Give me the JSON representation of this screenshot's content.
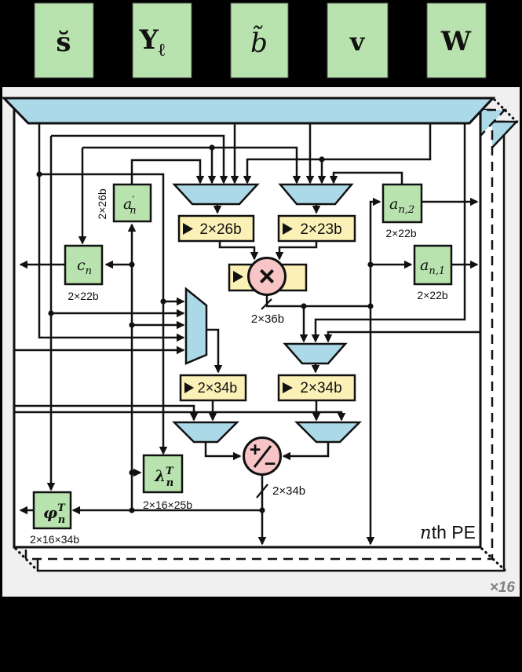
{
  "top_inputs": [
    {
      "label": "s̆",
      "sub": ""
    },
    {
      "label": "Y",
      "sub": "ℓ"
    },
    {
      "label": "b̃",
      "sub": ""
    },
    {
      "label": "v",
      "sub": ""
    },
    {
      "label": "W",
      "sub": ""
    }
  ],
  "pe": {
    "corner_label": {
      "n": "n",
      "rest": "th PE"
    },
    "stack_label": "×16",
    "registers": {
      "in_left": "2×26b",
      "in_right": "2×23b",
      "acc_left": "2×34b",
      "acc_right": "2×34b"
    },
    "multiplier": {
      "symbol": "×"
    },
    "addsub": {
      "plus": "+",
      "minus": "−"
    },
    "wire_widths": {
      "mult_out": "2×36b",
      "addsub_out": "2×34b"
    },
    "blocks": {
      "a_prime": {
        "base": "a",
        "prime": "′",
        "sub": "n",
        "width": "2×26b"
      },
      "c_n": {
        "base": "c",
        "sub": "n",
        "width": "2×22b"
      },
      "a_n2": {
        "base": "a",
        "sub": "n,2",
        "width": "2×22b"
      },
      "a_n1": {
        "base": "a",
        "sub": "n,1",
        "width": "2×22b"
      },
      "lambda": {
        "base": "λ",
        "sup": "T",
        "sub": "n",
        "width": "2×16×25b"
      },
      "phi": {
        "base": "φ",
        "sup": "T",
        "sub": "n",
        "width": "2×16×34b"
      }
    }
  },
  "colors": {
    "green": "#b9e3ae",
    "blue": "#abd9e8",
    "yellow": "#fbf0b6",
    "pink": "#f8c5c6",
    "panel": "#f0f0f0",
    "ink": "#111111",
    "muted": "#808080"
  }
}
